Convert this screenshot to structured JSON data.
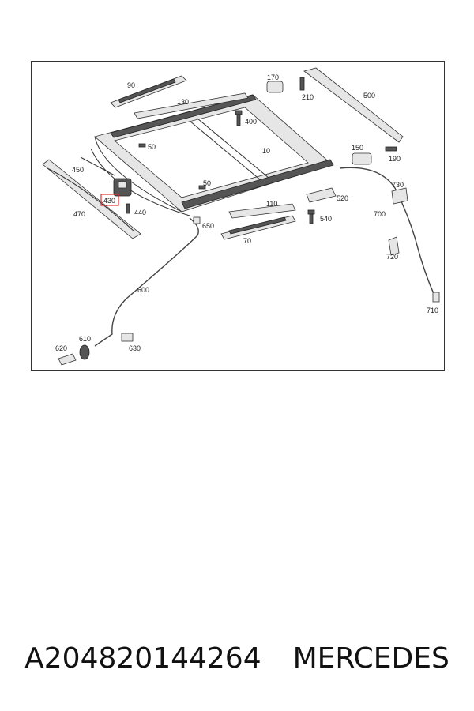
{
  "diagram": {
    "labels": {
      "l10": "10",
      "l50a": "50",
      "l50b": "50",
      "l70": "70",
      "l90": "90",
      "l110": "110",
      "l130": "130",
      "l150": "150",
      "l170": "170",
      "l190": "190",
      "l210": "210",
      "l400": "400",
      "l430": "430",
      "l440": "440",
      "l450": "450",
      "l470": "470",
      "l500": "500",
      "l520": "520",
      "l540": "540",
      "l600": "600",
      "l610": "610",
      "l620": "620",
      "l630": "630",
      "l650": "650",
      "l700": "700",
      "l710": "710",
      "l720": "720",
      "l730": "730"
    },
    "highlight_color": "#e03030"
  },
  "caption": {
    "part_number": "A204820144264",
    "brand": "MERCEDES"
  }
}
